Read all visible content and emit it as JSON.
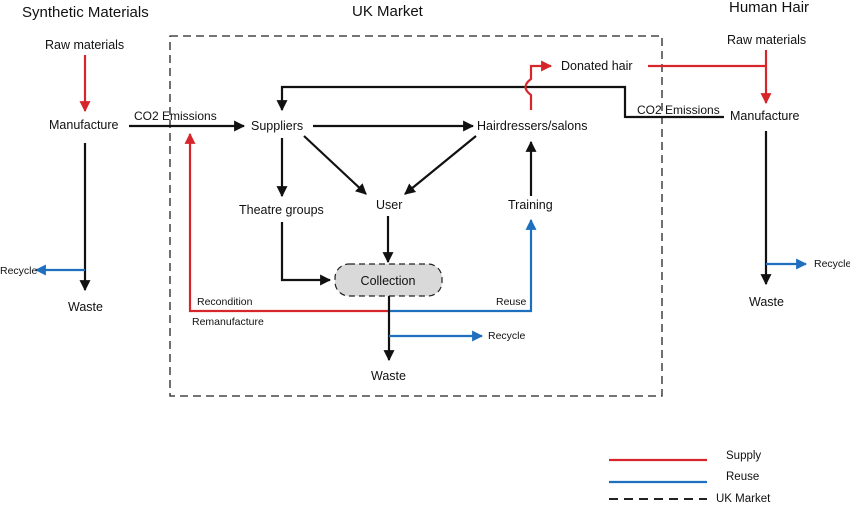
{
  "sections": {
    "synthetic": "Synthetic Materials",
    "uk_market": "UK Market",
    "human_hair": "Human Hair"
  },
  "nodes": {
    "syn_raw": "Raw materials",
    "syn_manufacture": "Manufacture",
    "syn_waste": "Waste",
    "suppliers": "Suppliers",
    "hairdressers": "Hairdressers/salons",
    "theatre": "Theatre groups",
    "user": "User",
    "training": "Training",
    "collection": "Collection",
    "market_waste": "Waste",
    "donated_hair": "Donated hair",
    "hum_raw": "Raw materials",
    "hum_manufacture": "Manufacture",
    "hum_waste": "Waste"
  },
  "edge_labels": {
    "co2_left": "CO2 Emissions",
    "co2_right": "CO2 Emissions",
    "recycle_syn": "Recycle",
    "recycle_hum": "Recycle",
    "recycle_market": "Recycle",
    "recondition": "Recondition",
    "remanufacture": "Remanufacture",
    "reuse": "Reuse"
  },
  "legend": {
    "supply": "Supply",
    "reuse": "Reuse",
    "uk_market": "UK Market"
  },
  "colors": {
    "supply": "#d7262b",
    "reuse": "#1f6fbf",
    "flow": "#111111",
    "collection_fill": "#d9d9d9"
  }
}
